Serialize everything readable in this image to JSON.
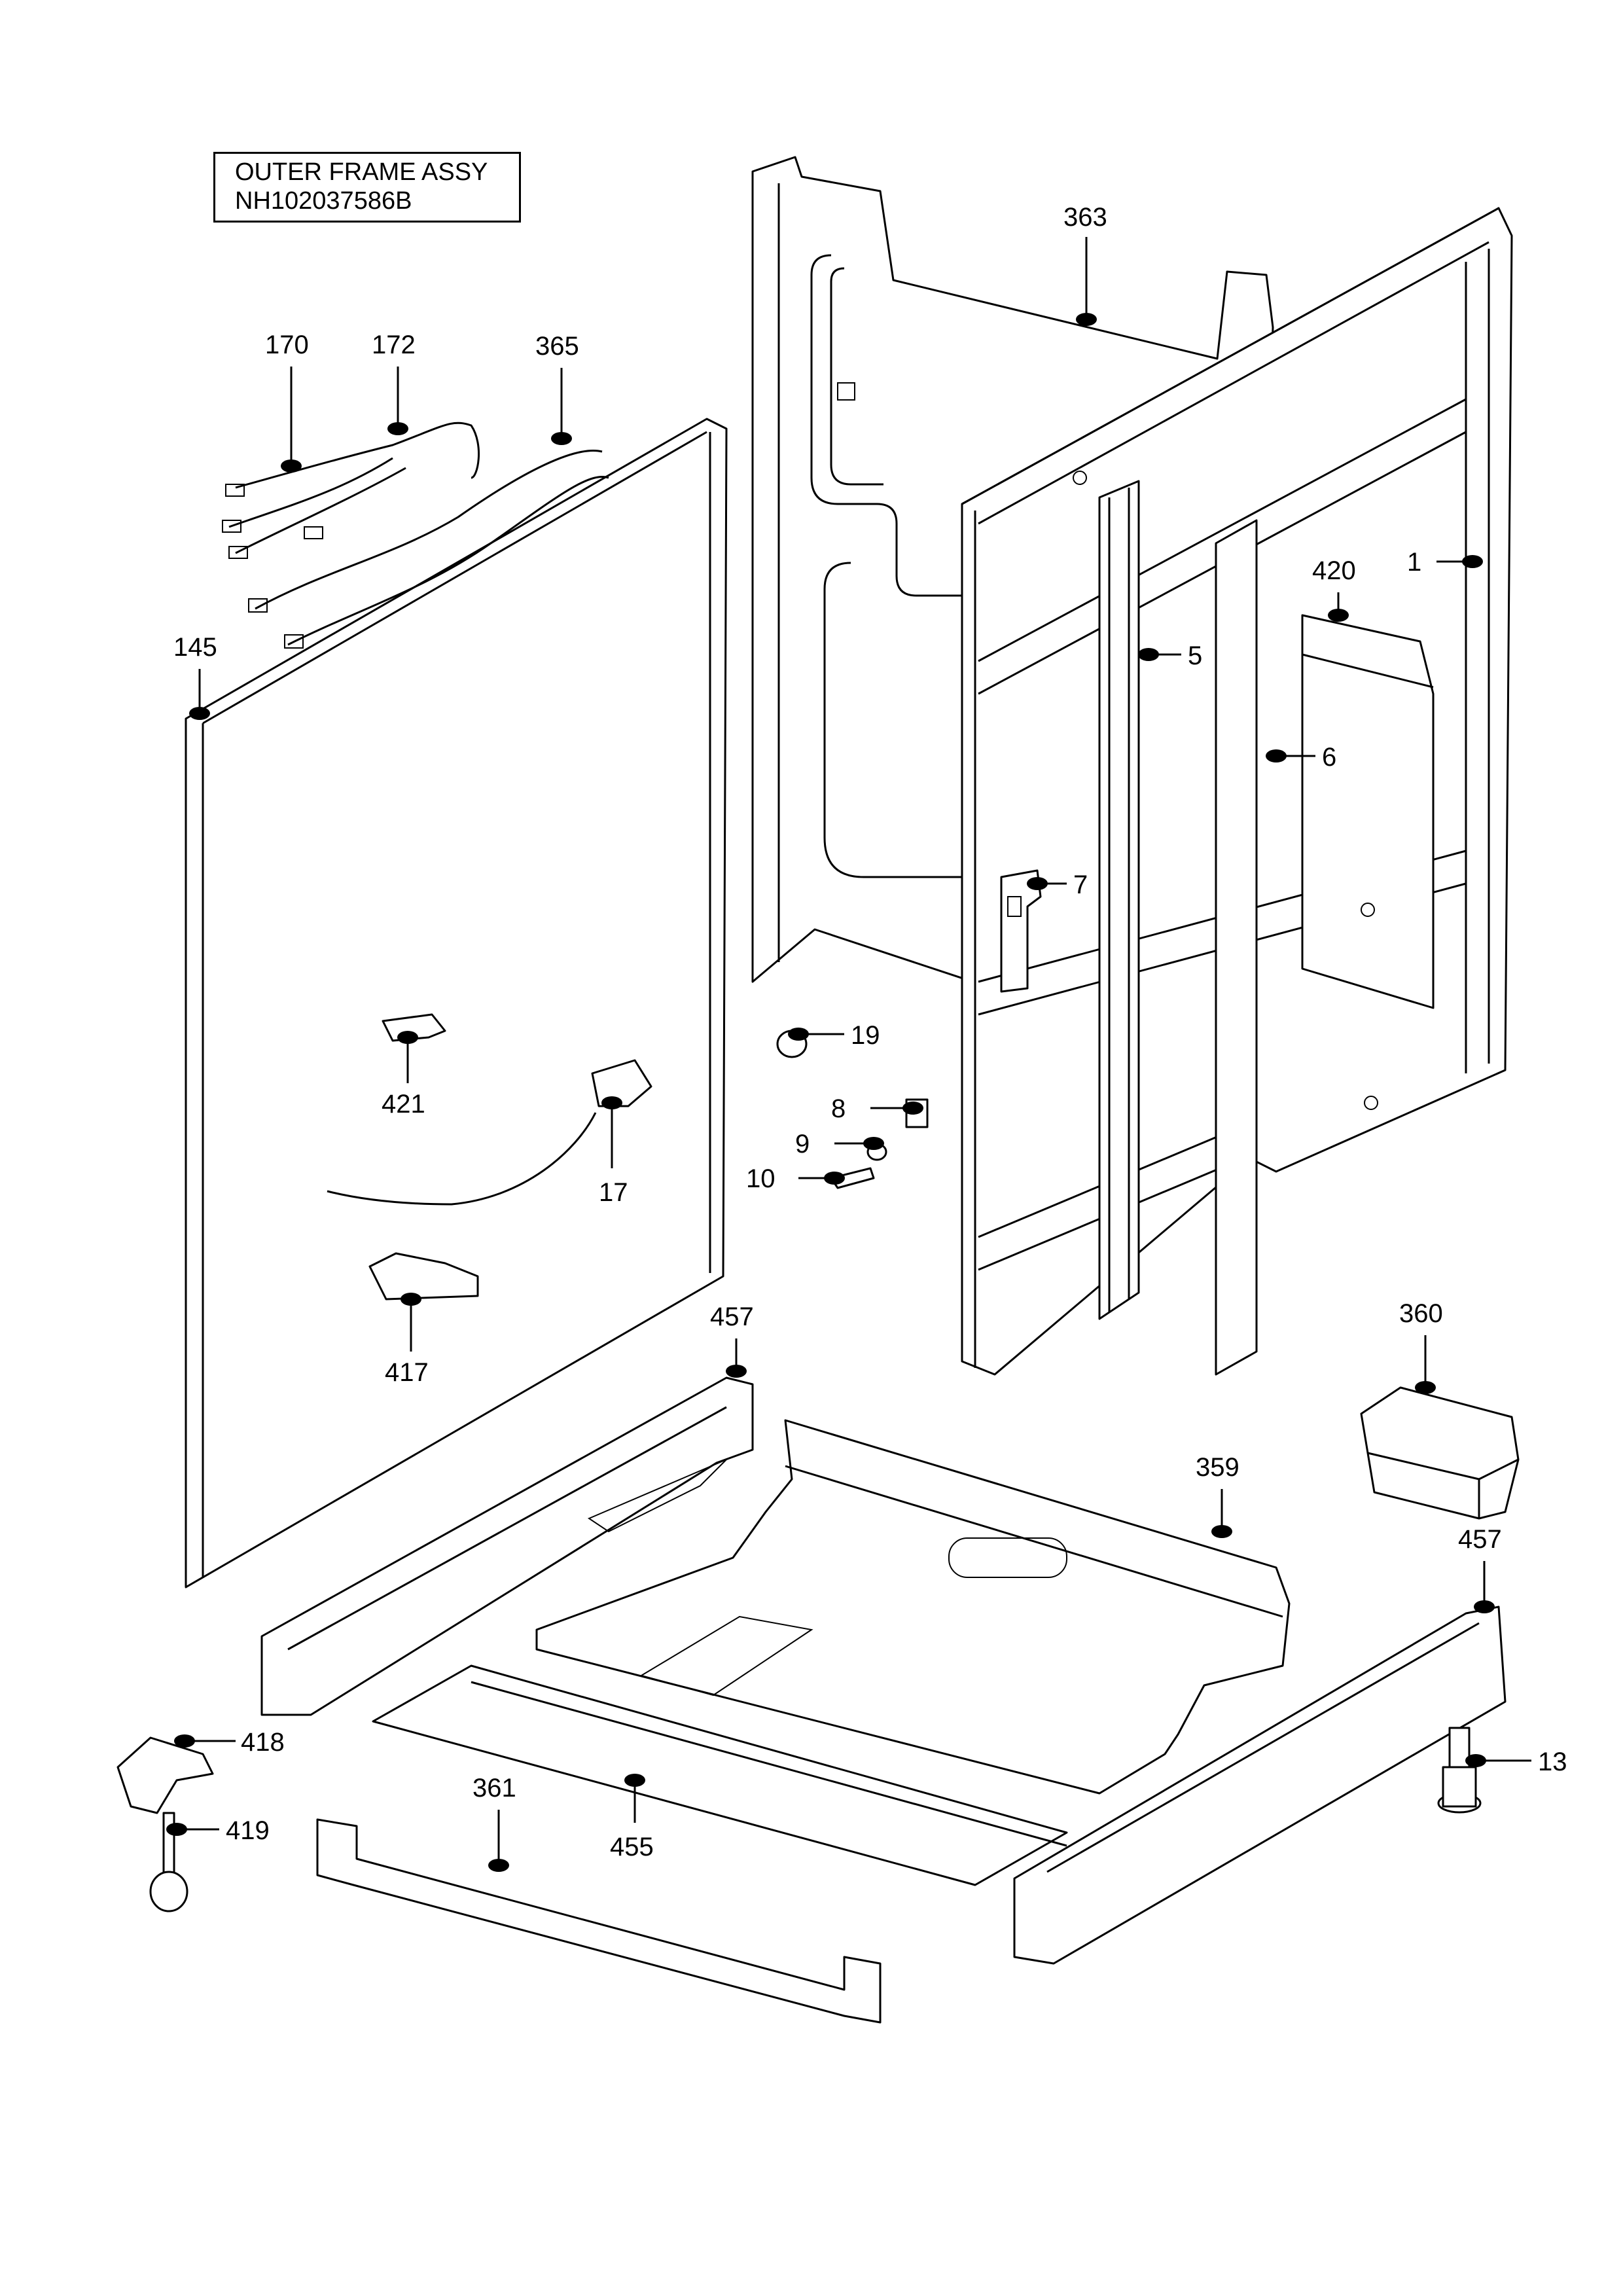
{
  "title": {
    "line1": "OUTER FRAME ASSY",
    "line2": "NH102037586B"
  },
  "callouts": [
    {
      "id": "363",
      "label": "363"
    },
    {
      "id": "170",
      "label": "170"
    },
    {
      "id": "172",
      "label": "172"
    },
    {
      "id": "365",
      "label": "365"
    },
    {
      "id": "145",
      "label": "145"
    },
    {
      "id": "420",
      "label": "420"
    },
    {
      "id": "1",
      "label": "1"
    },
    {
      "id": "5",
      "label": "5"
    },
    {
      "id": "6",
      "label": "6"
    },
    {
      "id": "7",
      "label": "7"
    },
    {
      "id": "19",
      "label": "19"
    },
    {
      "id": "421",
      "label": "421"
    },
    {
      "id": "8",
      "label": "8"
    },
    {
      "id": "9",
      "label": "9"
    },
    {
      "id": "10",
      "label": "10"
    },
    {
      "id": "17",
      "label": "17"
    },
    {
      "id": "417",
      "label": "417"
    },
    {
      "id": "457a",
      "label": "457"
    },
    {
      "id": "360",
      "label": "360"
    },
    {
      "id": "359",
      "label": "359"
    },
    {
      "id": "457b",
      "label": "457"
    },
    {
      "id": "418",
      "label": "418"
    },
    {
      "id": "13",
      "label": "13"
    },
    {
      "id": "419",
      "label": "419"
    },
    {
      "id": "361",
      "label": "361"
    },
    {
      "id": "455",
      "label": "455"
    }
  ]
}
